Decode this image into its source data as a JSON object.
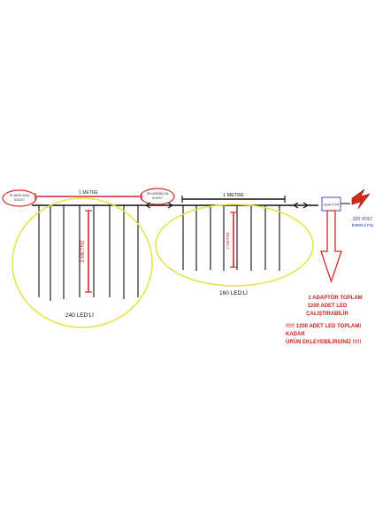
{
  "labels": {
    "end_cap_left": [
      "IR BAĞLAMA",
      "SOKET"
    ],
    "end_cap_right": [
      "EKLENEBİLEN",
      "SOKET"
    ],
    "width_1": "1 METRE",
    "width_2": "1 METRE",
    "height_1": "3 METRE",
    "height_2": "2 METRE",
    "count_1": "240 LED'Lİ",
    "count_2": "160 LED'Lİ",
    "adapter": "ADAPTÖR",
    "power": [
      "220 VOLT",
      "ENERJİ FİŞ"
    ],
    "info_a": [
      "1 ADAPTÖR TOPLAM",
      "1200 ADET LED",
      "ÇALIŞTIRABİLİR"
    ],
    "info_b": [
      "!!!!!   1200 ADET LED TOPLAMI",
      "KADAR",
      "ÜRÜN EKLEYEBİLİRSİNİZ  !!!!!"
    ]
  },
  "colors": {
    "wire": "#111111",
    "measure": "#d8262a",
    "highlight": "#e6e24a",
    "text_red": "#cc1f1f",
    "text_blue": "#1a2fa8",
    "lightning": "#d42a1a"
  },
  "icons": [
    "lightning-plug-icon",
    "down-arrow-icon",
    "adapter-box-icon"
  ]
}
